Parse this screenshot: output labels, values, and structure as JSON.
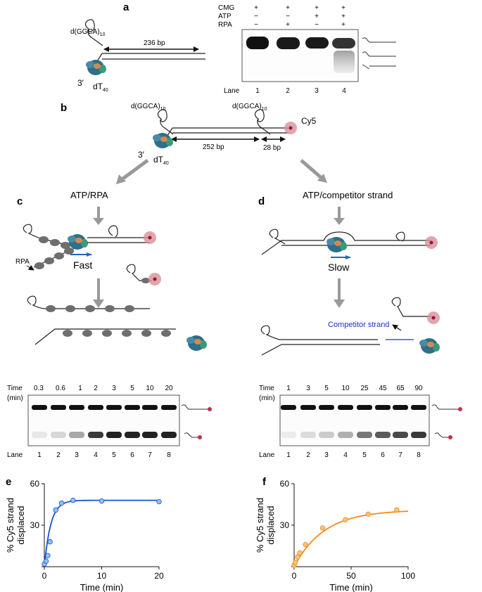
{
  "panel_labels": {
    "a": "a",
    "b": "b",
    "c": "c",
    "d": "d",
    "e": "e",
    "f": "f"
  },
  "panel_a": {
    "seq": "d(GGCA)",
    "seq_sub": "10",
    "length": "236 bp",
    "three_prime": "3′",
    "dt": "dT",
    "dt_sub": "40",
    "rows": [
      {
        "label": "CMG",
        "signs": [
          "+",
          "+",
          "+",
          "+"
        ]
      },
      {
        "label": "ATP",
        "signs": [
          "−",
          "−",
          "+",
          "+"
        ]
      },
      {
        "label": "RPA",
        "signs": [
          "−",
          "+",
          "−",
          "+"
        ]
      }
    ],
    "lane_word": "Lane",
    "lanes": [
      "1",
      "2",
      "3",
      "4"
    ]
  },
  "panel_b": {
    "seq1": "d(GGCA)",
    "seq1_sub": "10",
    "seq2": "d(GGCA)",
    "seq2_sub": "10",
    "cy5": "Cy5",
    "len1": "252 bp",
    "len2": "28 bp",
    "three_prime": "3′",
    "dt": "dT",
    "dt_sub": "40"
  },
  "panel_c": {
    "condition": "ATP/RPA",
    "rpa": "RPA",
    "speed": "Fast",
    "time_word": "Time",
    "min_word": "(min)",
    "times": [
      "0.3",
      "0.6",
      "1",
      "2",
      "3",
      "5",
      "10",
      "20"
    ],
    "lane_word": "Lane",
    "lanes": [
      "1",
      "2",
      "3",
      "4",
      "5",
      "6",
      "7",
      "8"
    ]
  },
  "panel_d": {
    "condition": "ATP/competitor strand",
    "speed": "Slow",
    "competitor": "Competitor strand",
    "time_word": "Time",
    "min_word": "(min)",
    "times": [
      "1",
      "3",
      "5",
      "10",
      "25",
      "45",
      "65",
      "90"
    ],
    "lane_word": "Lane",
    "lanes": [
      "1",
      "2",
      "3",
      "4",
      "5",
      "6",
      "7",
      "8"
    ]
  },
  "colors": {
    "fit_e": "#1a50d6",
    "points_e": "#8cc4f2",
    "fit_f": "#ef8c1c",
    "points_f": "#f7c477",
    "competitor": "#1e2ed8",
    "arrow": "#1f66c2",
    "cy5": "#d8909a",
    "cmg_blue": "#2e6f8a",
    "cmg_orange": "#d28a4e",
    "rpa": "#6e6e6e"
  },
  "chart_data": [
    {
      "type": "scatter",
      "panel": "e",
      "xlabel": "Time (min)",
      "ylabel": "% Cy5 strand displaced",
      "xlim": [
        0,
        20
      ],
      "ylim": [
        0,
        60
      ],
      "xticks": [
        0,
        10,
        20
      ],
      "yticks": [
        30,
        60
      ],
      "series": [
        {
          "x": [
            0,
            0.3,
            0.6,
            1,
            2,
            3,
            5,
            10,
            20
          ],
          "y": [
            2,
            4,
            8,
            18,
            41,
            46,
            48,
            47.5,
            47
          ]
        }
      ],
      "fit": {
        "model": "single-exponential",
        "amplitude": 48,
        "k": 0.9
      }
    },
    {
      "type": "scatter",
      "panel": "f",
      "xlabel": "Time (min)",
      "ylabel": "% Cy5 strand displaced",
      "xlim": [
        0,
        100
      ],
      "ylim": [
        0,
        60
      ],
      "xticks": [
        0,
        50,
        100
      ],
      "yticks": [
        30,
        60
      ],
      "series": [
        {
          "x": [
            0,
            1,
            3,
            5,
            10,
            25,
            45,
            65,
            90
          ],
          "y": [
            1,
            3,
            7,
            10,
            16,
            28,
            34,
            38,
            41
          ]
        }
      ],
      "fit": {
        "model": "single-exponential",
        "amplitude": 41,
        "k": 0.038
      }
    }
  ]
}
